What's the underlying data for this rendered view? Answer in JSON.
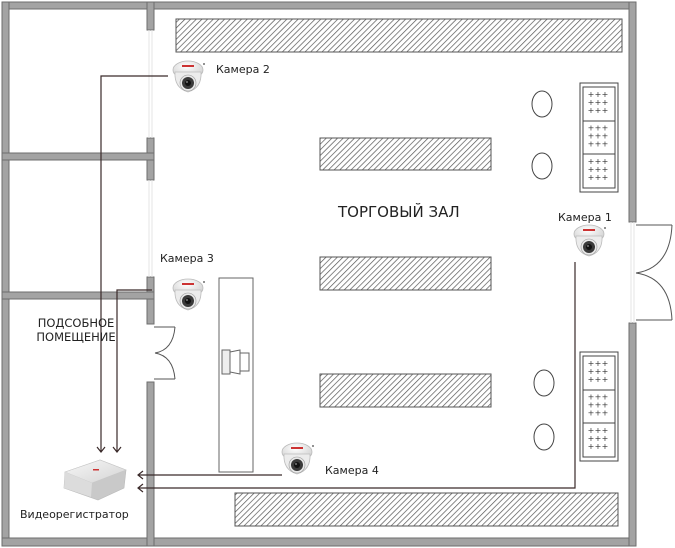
{
  "title": "Схема видеонаблюдения магазина",
  "rooms": {
    "sales_hall": "ТОРГОВЫЙ ЗАЛ",
    "utility_room_line1": "ПОДСОБНОЕ",
    "utility_room_line2": "ПОМЕЩЕНИЕ"
  },
  "cameras": [
    {
      "id": "camera-1",
      "label": "Камера 1"
    },
    {
      "id": "camera-2",
      "label": "Камера 2"
    },
    {
      "id": "camera-3",
      "label": "Камера 3"
    },
    {
      "id": "camera-4",
      "label": "Камера 4"
    }
  ],
  "recorder": {
    "label": "Видеорегистратор"
  },
  "colors": {
    "wall": "#9a9a9a",
    "wall_edge": "#6e6e6e",
    "line": "#3a2a2a",
    "hatch": "#555555",
    "camera_body": "#f2f2f2",
    "camera_lens": "#2b2b2b"
  }
}
